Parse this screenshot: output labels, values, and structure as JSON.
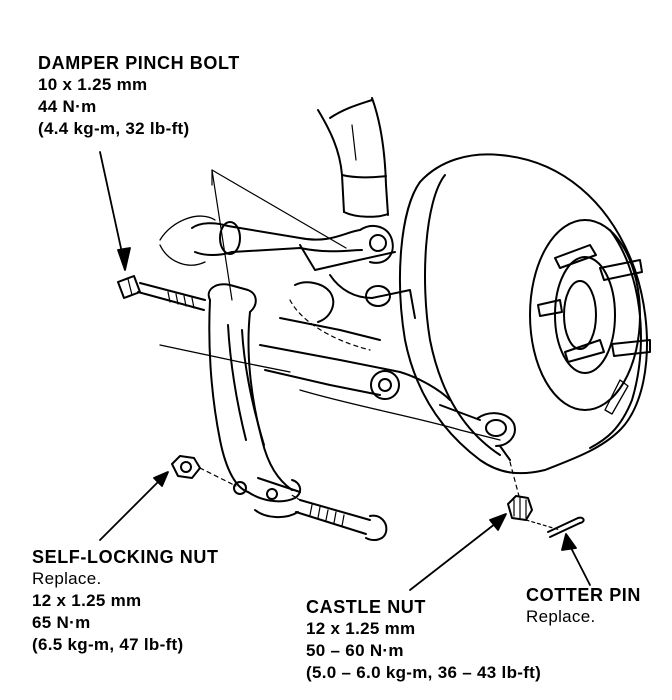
{
  "callouts": {
    "damper_pinch_bolt": {
      "title": "DAMPER PINCH BOLT",
      "size": "10 x 1.25 mm",
      "torque": "44 N·m",
      "torque_alt": "(4.4 kg-m, 32 lb-ft)"
    },
    "self_locking_nut": {
      "title": "SELF-LOCKING NUT",
      "note": "Replace.",
      "size": "12 x 1.25 mm",
      "torque": "65 N·m",
      "torque_alt": "(6.5 kg-m, 47 lb-ft)"
    },
    "castle_nut": {
      "title": "CASTLE NUT",
      "size": "12 x 1.25 mm",
      "torque": "50 – 60 N·m",
      "torque_alt": "(5.0 – 6.0 kg-m, 36 – 43 lb-ft)"
    },
    "cotter_pin": {
      "title": "COTTER PIN",
      "note": "Replace."
    }
  }
}
